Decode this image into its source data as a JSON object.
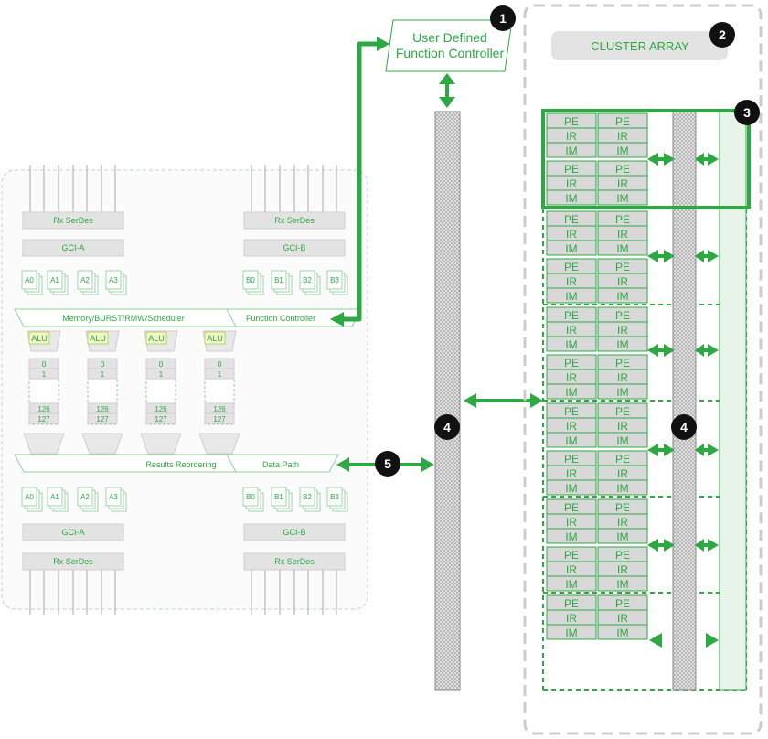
{
  "controller": {
    "line1": "User Defined",
    "line2": "Function Controller"
  },
  "cluster_array": {
    "label": "CLUSTER ARRAY"
  },
  "badges": [
    "1",
    "2",
    "3",
    "4",
    "4",
    "5"
  ],
  "chip": {
    "rx_serdes": "Rx SerDes",
    "gci_a": "GCI-A",
    "gci_b": "GCI-B",
    "a_buffers": [
      "A0",
      "A1",
      "A2",
      "A3"
    ],
    "b_buffers": [
      "B0",
      "B1",
      "B2",
      "B3"
    ],
    "mem_bus": "Memory/BURST/RMW/Scheduler",
    "function_controller": "Function Controller",
    "alu": "ALU",
    "rows_top": [
      "0",
      "1"
    ],
    "rows_bottom": [
      "126",
      "127"
    ],
    "results_reordering": "Results Reordering",
    "data_path": "Data Path"
  },
  "cell": {
    "pe": "PE",
    "ir": "IR",
    "im": "IM"
  },
  "colors": {
    "accent": "#2ea843",
    "pale": "#e8f4ea",
    "grey": "#d8d8d8",
    "dash": "#cccccc"
  }
}
